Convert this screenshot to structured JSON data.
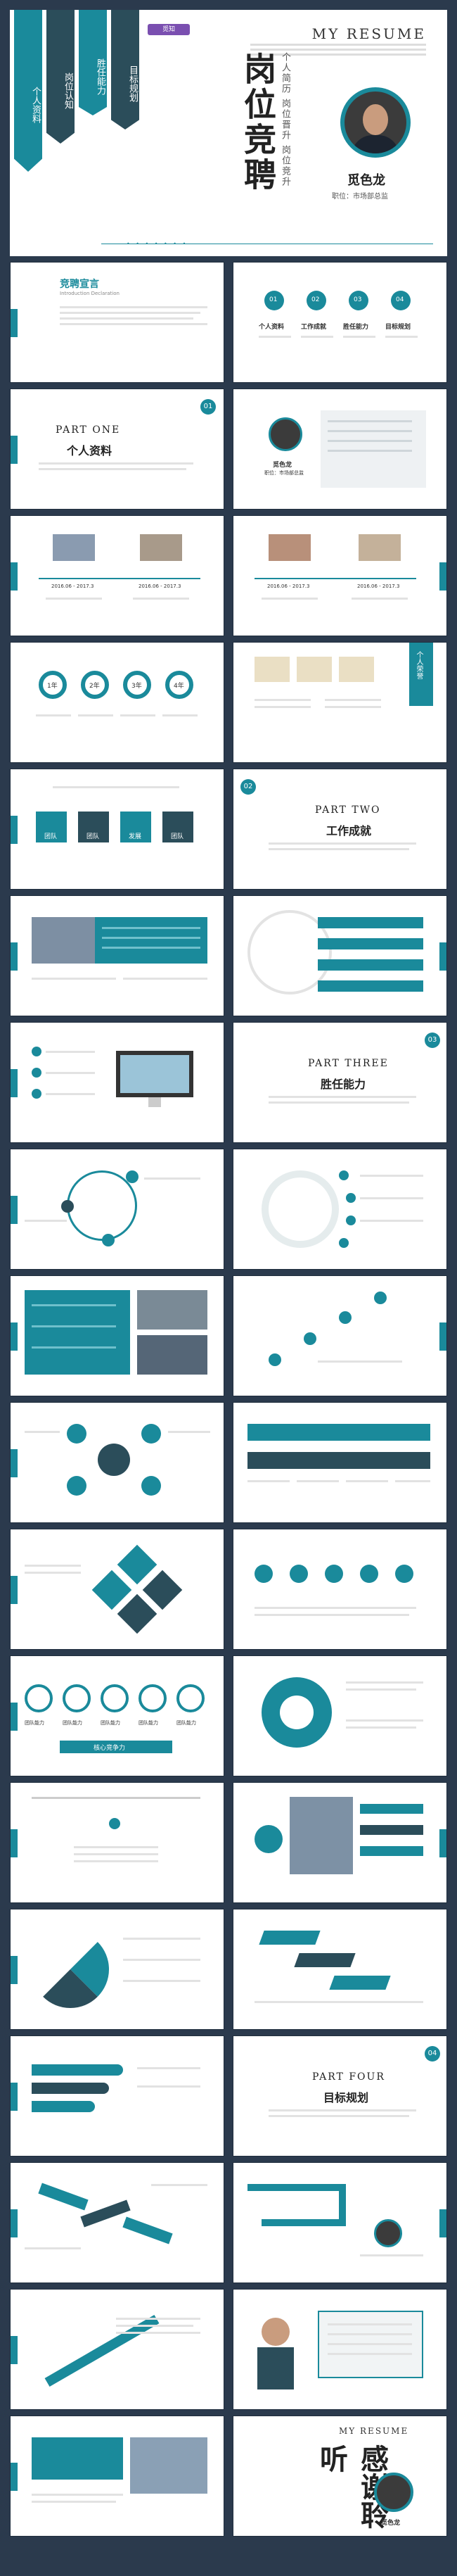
{
  "cover": {
    "logo": "觅知",
    "ribbons": [
      "个人资料",
      "岗位认知",
      "胜任能力",
      "目标规划"
    ],
    "resume_title": "MY RESUME",
    "big_title": "岗位竞聘",
    "small_cols": [
      "个人简历",
      "岗位晋升",
      "岗位竞升"
    ],
    "name": "觅色龙",
    "role": "职位：市场部总监",
    "dots": "• • • • • • •"
  },
  "slides": {
    "declaration": {
      "title": "竞聘宣言",
      "subtitle": "Introduction Declaration"
    },
    "contents": {
      "nums": [
        "01",
        "02",
        "03",
        "04"
      ],
      "items": [
        "个人资料",
        "工作成就",
        "胜任能力",
        "目标规划"
      ]
    },
    "part_one": {
      "num": "01",
      "title": "PART ONE",
      "sub": "个人资料"
    },
    "profile": {
      "name": "觅色龙",
      "role": "职位：市场部总监"
    },
    "timeline": {
      "years": [
        "2016.06 - 2017.3",
        "2016.06 - 2017.3",
        "2016.06 - 2017.3",
        "2016.06 - 2017.3"
      ]
    },
    "stats": {
      "labels": [
        "1年",
        "2年",
        "3年",
        "4年"
      ]
    },
    "certs": {
      "ribbon": "个人荣誉"
    },
    "part_two": {
      "num": "02",
      "title": "PART TWO",
      "sub": "工作成就"
    },
    "process": {
      "labels": [
        "团队",
        "团队",
        "发展",
        "团队"
      ]
    },
    "part_three": {
      "num": "03",
      "title": "PART THREE",
      "sub": "胜任能力"
    },
    "cycle": {
      "center": "核心竞争力"
    },
    "abilities": {
      "items": [
        "团队能力",
        "团队能力",
        "团队能力",
        "团队能力",
        "团队能力"
      ]
    },
    "part_four": {
      "num": "04",
      "title": "PART FOUR",
      "sub": "目标规划"
    },
    "ending": {
      "resume_title": "MY RESUME",
      "thanks": "感谢聆听",
      "name": "觅色龙"
    }
  },
  "colors": {
    "accent": "#1a8a9b",
    "dark": "#2b4d5a",
    "background": "#2b3a4d"
  }
}
